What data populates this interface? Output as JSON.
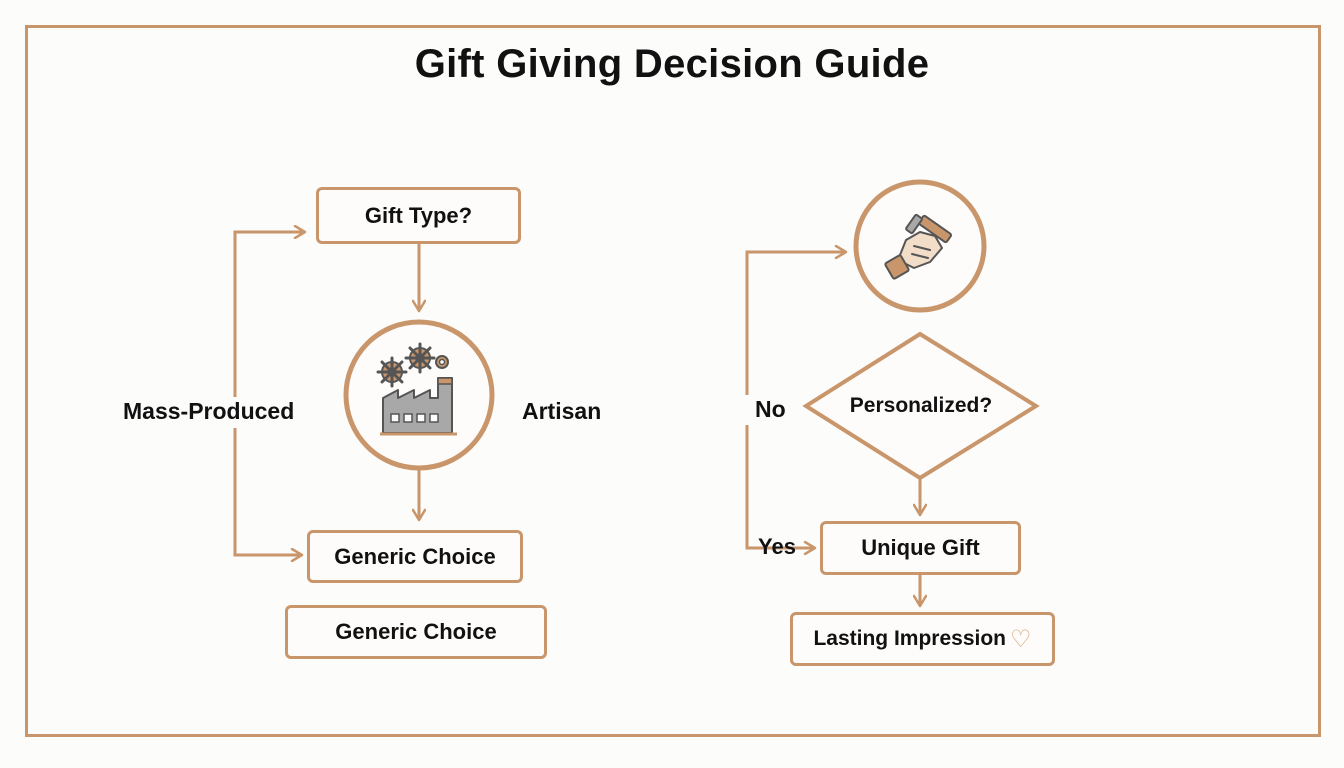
{
  "title": "Gift Giving Decision Guide",
  "colors": {
    "border": "#c9956a",
    "text": "#111111",
    "background": "#fcfcfb"
  },
  "left_flow": {
    "question": "Gift Type?",
    "icon": "factory-gears-icon",
    "branch_left": "Mass-Produced",
    "branch_right": "Artisan",
    "result": "Generic Choice",
    "result_secondary": "Generic Choice"
  },
  "right_flow": {
    "icon": "handcraft-tool-icon",
    "question": "Personalized?",
    "branch_no": "No",
    "branch_yes": "Yes",
    "result": "Unique Gift",
    "outcome": "Lasting Impression",
    "outcome_icon": "heart-icon"
  }
}
